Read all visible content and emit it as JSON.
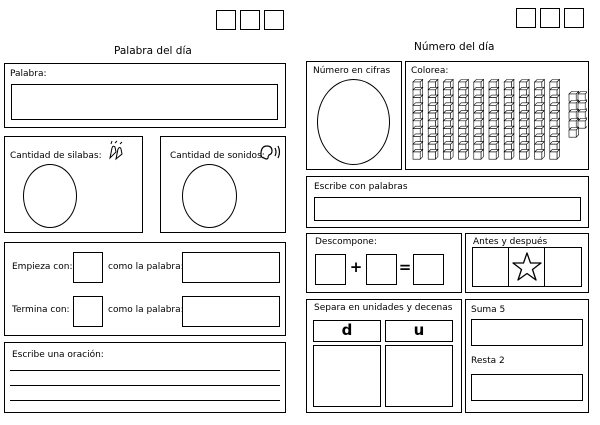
{
  "left": {
    "title": "Palabra del día",
    "palabra_label": "Palabra:",
    "silabas_label": "Cantidad de silabas:",
    "sonidos_label": "Cantidad de sonidos:",
    "empieza_label": "Empieza con:",
    "termina_label": "Termina con:",
    "como_label_1": "como la palabra:",
    "como_label_2": "como la palabra:",
    "oracion_label": "Escribe una oración:"
  },
  "right": {
    "title": "Número del día",
    "cifras_label": "Número en cifras",
    "colorea_label": "Colorea:",
    "escribe_label": "Escribe con palabras",
    "descompone_label": "Descompone:",
    "plus": "+",
    "equals": "=",
    "antes_label": "Antes y después",
    "separa_label": "Separa en unidades y decenas",
    "decenas": "d",
    "unidades": "u",
    "suma_label": "Suma 5",
    "resta_label": "Resta 2"
  },
  "icons": {
    "clap": "clapping-hands-icon",
    "ear": "ear-sound-icon",
    "star": "star-icon"
  }
}
